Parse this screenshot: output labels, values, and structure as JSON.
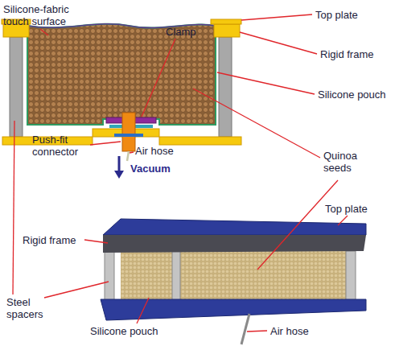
{
  "diagram": {
    "labels": [
      "Silicone-fabric touch surface",
      "Clamp",
      "Top plate",
      "Rigid frame",
      "Silicone pouch",
      "Quinoa seeds",
      "Push-fit connector",
      "Air hose",
      "Vacuum",
      "Steel spacers",
      "Top plate",
      "Rigid frame",
      "Silicone pouch",
      "Air hose"
    ]
  }
}
